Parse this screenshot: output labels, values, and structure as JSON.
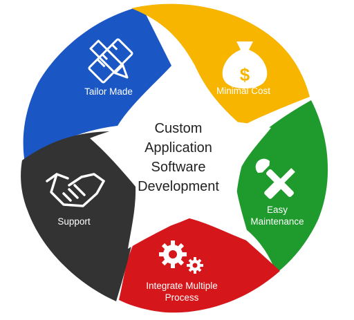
{
  "center": {
    "lines": [
      "Custom",
      "Application",
      "Software",
      "Development"
    ]
  },
  "segments": [
    {
      "id": "tailor",
      "label_lines": [
        "Tailor Made"
      ],
      "color": "#1a56c4",
      "icon": "ruler-pencil-icon"
    },
    {
      "id": "cost",
      "label_lines": [
        "Minimal Cost"
      ],
      "color": "#f7b500",
      "icon": "money-bag-icon"
    },
    {
      "id": "maintenance",
      "label_lines": [
        "Easy",
        "Maintenance"
      ],
      "color": "#1e9b2c",
      "icon": "wrench-screwdriver-icon"
    },
    {
      "id": "integrate",
      "label_lines": [
        "Integrate Multiple",
        "Process"
      ],
      "color": "#d5171c",
      "icon": "gears-icon"
    },
    {
      "id": "support",
      "label_lines": [
        "Support"
      ],
      "color": "#333333",
      "icon": "handshake-icon"
    }
  ]
}
